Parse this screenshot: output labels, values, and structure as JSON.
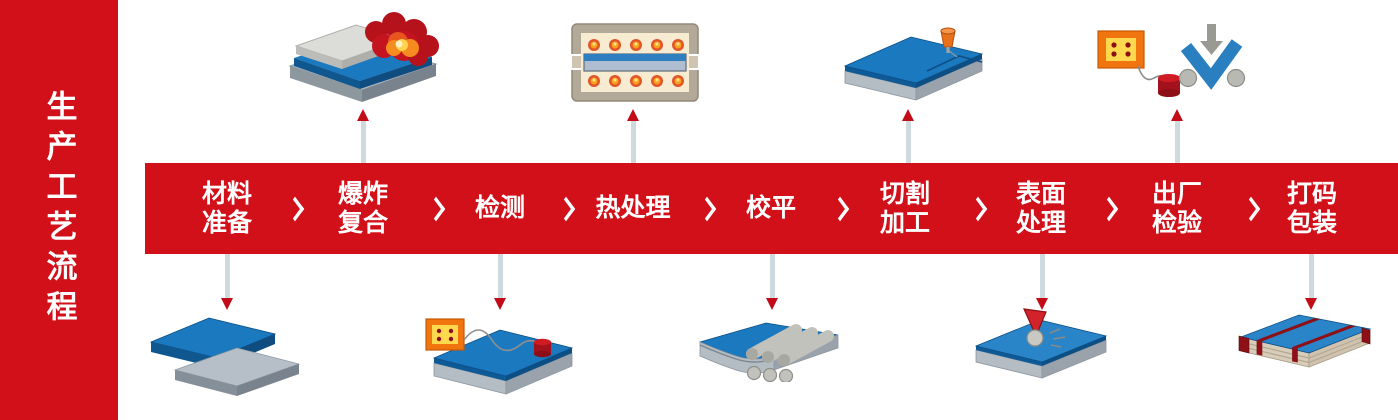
{
  "title": "生产工艺流程",
  "colors": {
    "brand_red": "#d2101a",
    "band_text": "#ffffff",
    "connector_line": "#cfdade",
    "connector_arrow": "#c20d18",
    "plate_blue": "#1b79bf",
    "plate_gray": "#b4bcc4"
  },
  "flow": {
    "separator_icon": "chevron-right-icon",
    "steps": [
      {
        "label": "材料准备",
        "line1": "材料",
        "line2": "准备",
        "illustration": "material-preparation-illustration",
        "illustration_position": "bottom"
      },
      {
        "label": "爆炸复合",
        "line1": "爆炸",
        "line2": "复合",
        "illustration": "explosive-bonding-illustration",
        "illustration_position": "top"
      },
      {
        "label": "检测",
        "line1": "检测",
        "line2": "",
        "illustration": "ultrasonic-inspection-illustration",
        "illustration_position": "bottom"
      },
      {
        "label": "热处理",
        "line1": "热处理",
        "line2": "",
        "illustration": "heat-treatment-furnace-illustration",
        "illustration_position": "top"
      },
      {
        "label": "校平",
        "line1": "校平",
        "line2": "",
        "illustration": "leveling-rollers-illustration",
        "illustration_position": "bottom"
      },
      {
        "label": "切割加工",
        "line1": "切割",
        "line2": "加工",
        "illustration": "cutting-torch-illustration",
        "illustration_position": "top"
      },
      {
        "label": "表面处理",
        "line1": "表面",
        "line2": "处理",
        "illustration": "surface-grinding-illustration",
        "illustration_position": "bottom"
      },
      {
        "label": "出厂检验",
        "line1": "出厂",
        "line2": "检验",
        "illustration": "bend-test-illustration",
        "illustration_position": "top"
      },
      {
        "label": "打码包装",
        "line1": "打码",
        "line2": "包装",
        "illustration": "packaged-plate-illustration",
        "illustration_position": "bottom"
      }
    ]
  }
}
